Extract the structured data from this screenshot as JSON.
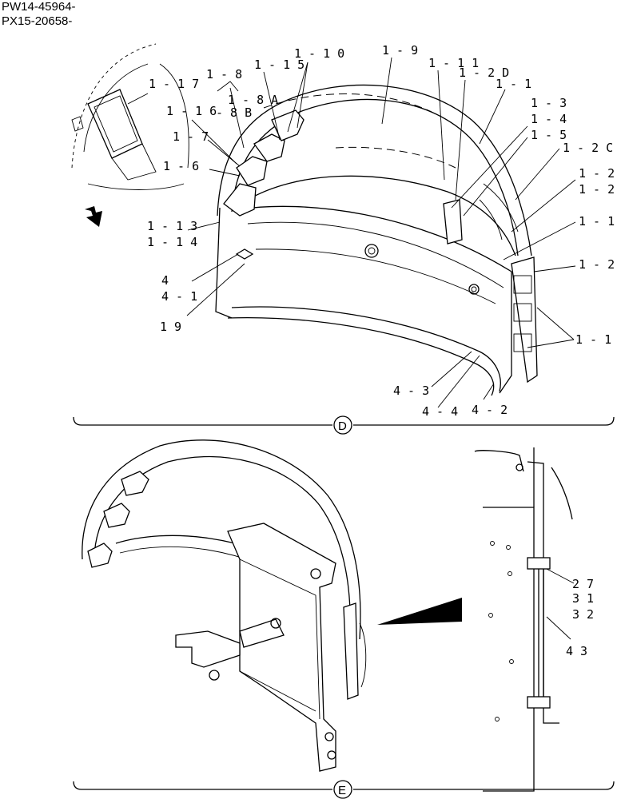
{
  "serials": [
    "PW14-45964-",
    "PX15-20658-"
  ],
  "view_d": {
    "marker": "D",
    "callouts": {
      "c1_17": "1 - 1 7",
      "c1_8": "1 - 8",
      "c1_8A": "1 - 8 A",
      "c1_16": "1 - 1 6",
      "c1_8B": "- 8 B",
      "c1_15": "1 - 1 5",
      "c1_10": "1 - 1 0",
      "c1_9": "1 - 9",
      "c1_11": "1 - 1 1",
      "c1_2D": "1 - 2 D",
      "c1_1a": "1 - 1",
      "c1_3": "1 - 3",
      "c1_4": "1 - 4",
      "c1_5": "1 - 5",
      "c1_2C": "1 - 2 C",
      "c1_2a": "1 - 2",
      "c1_2b": "1 - 2",
      "c1_1b": "1 - 1",
      "c1_2c": "1 - 2",
      "c1_1c": "1 - 1",
      "c1_7": "1 - 7",
      "c1_6": "1 - 6",
      "c1_13": "1 - 1 3",
      "c1_14": "1 - 1 4",
      "c4": "4",
      "c4_1": "4 - 1",
      "c19": "1 9",
      "c4_3": "4 - 3",
      "c4_4": "4 - 4",
      "c4_2": "4 - 2"
    }
  },
  "view_e": {
    "marker": "E",
    "callouts": {
      "c27": "2 7",
      "c31": "3 1",
      "c32": "3 2",
      "c43": "4 3"
    }
  },
  "icons": {
    "direction_arrow": "direction-arrow-icon"
  }
}
